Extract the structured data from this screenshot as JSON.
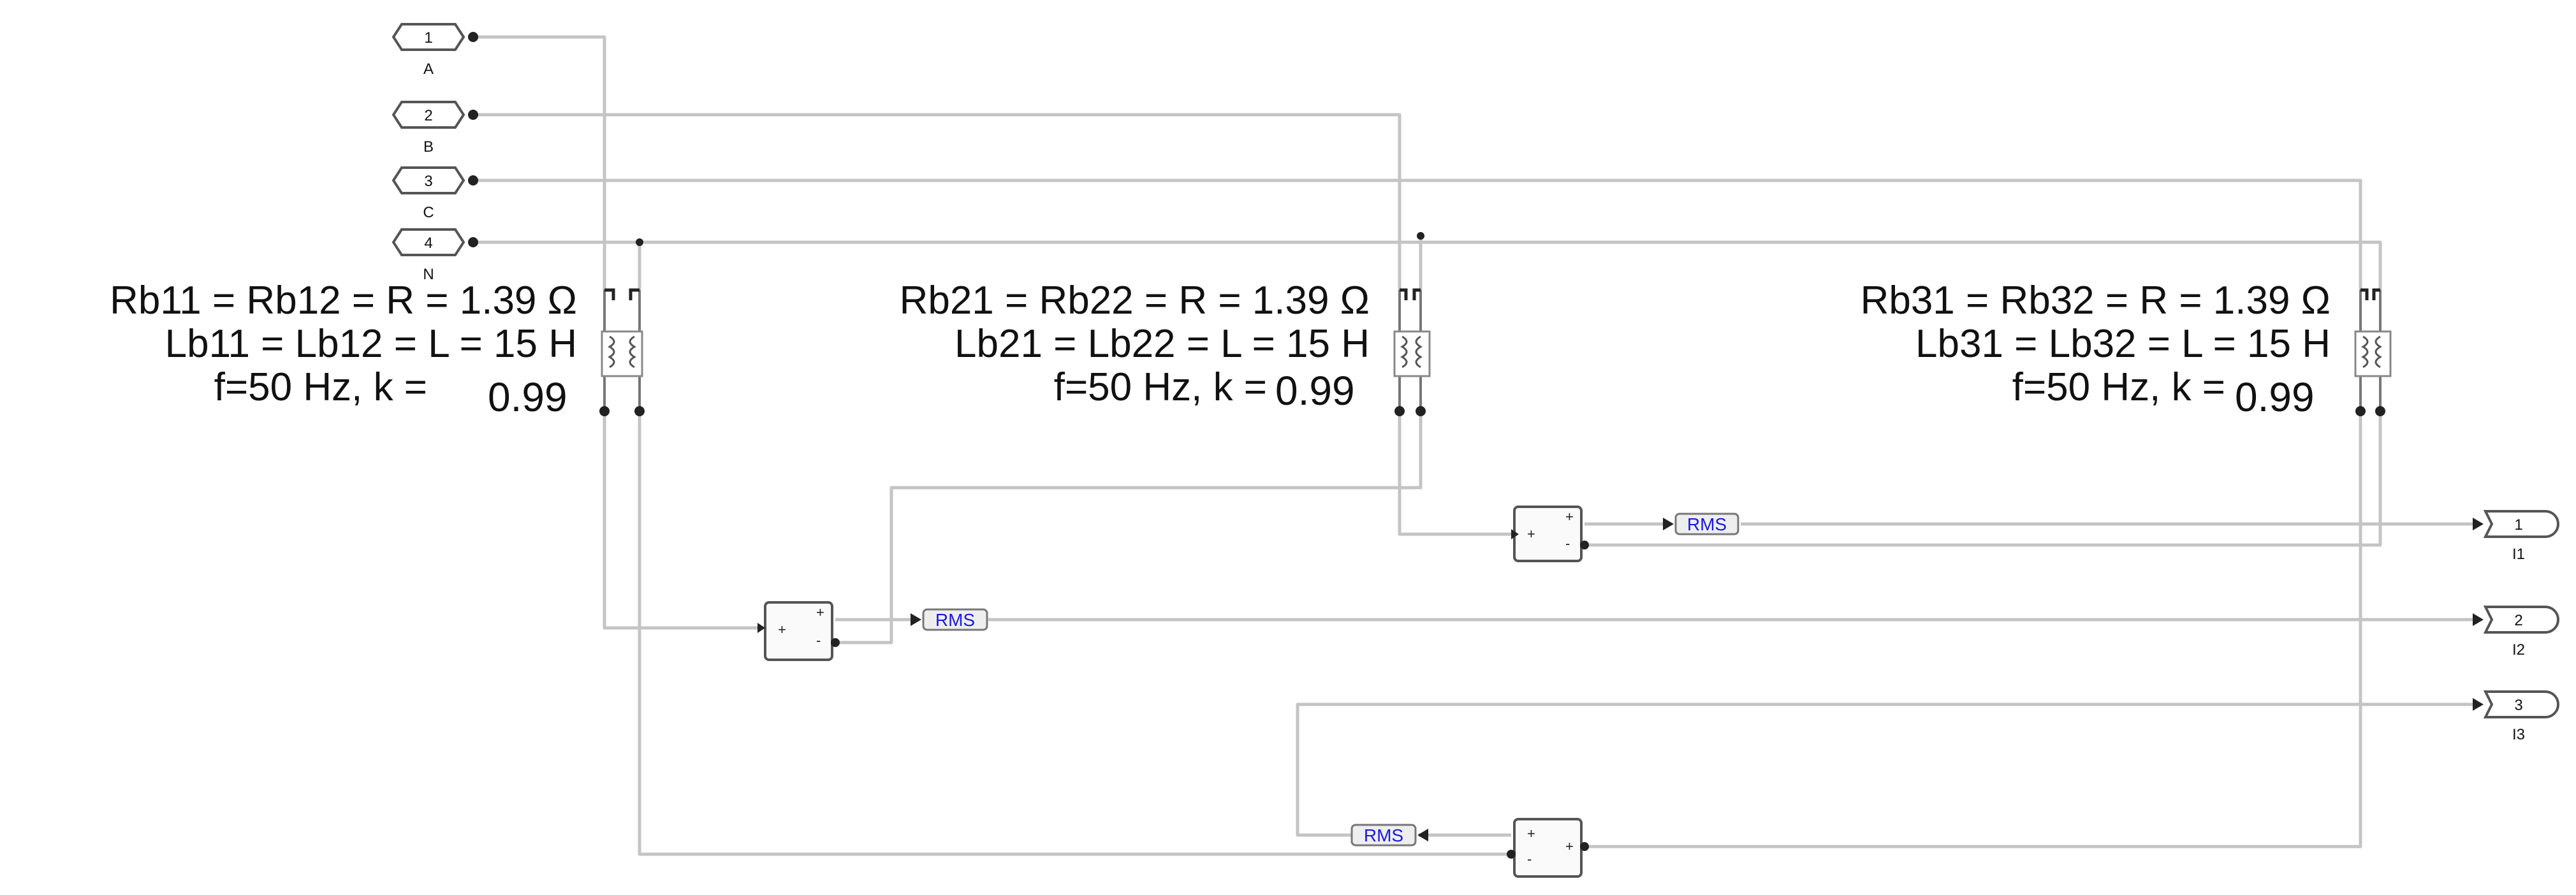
{
  "inports": [
    {
      "number": "1",
      "name": "A"
    },
    {
      "number": "2",
      "name": "B"
    },
    {
      "number": "3",
      "name": "C"
    },
    {
      "number": "4",
      "name": "N"
    }
  ],
  "outports": [
    {
      "number": "1",
      "name": "I1"
    },
    {
      "number": "2",
      "name": "I2"
    },
    {
      "number": "3",
      "name": "I3"
    }
  ],
  "branches": [
    {
      "line1": "Rb11 = Rb12 = R = 1.39 Ω",
      "line2": "Lb11 = Lb12 = L = 15 H",
      "line3": "f=50 Hz, k =",
      "k": "0.99"
    },
    {
      "line1": "Rb21 = Rb22 = R = 1.39 Ω",
      "line2": "Lb21 = Lb22 = L = 15 H",
      "line3": "f=50 Hz, k =",
      "k": "0.99"
    },
    {
      "line1": "Rb31 = Rb32 = R = 1.39 Ω",
      "line2": "Lb31 = Lb32 = L = 15 H",
      "line3": "f=50 Hz, k =",
      "k": "0.99"
    }
  ],
  "rms_blocks": [
    {
      "label": "RMS"
    },
    {
      "label": "RMS"
    },
    {
      "label": "RMS"
    }
  ],
  "colors": {
    "wire": "#c4c4c4",
    "block_border": "#555555",
    "rms_text": "#1a1ae0"
  }
}
